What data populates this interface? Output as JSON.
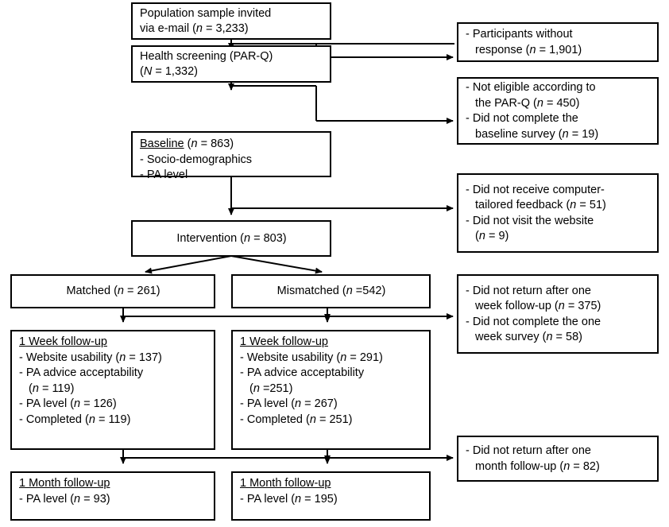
{
  "diagram": {
    "title": "Participant flow diagram",
    "type": "flowchart",
    "stroke_color": "#000000",
    "background_color": "#ffffff"
  },
  "flow": {
    "population": {
      "line1": "Population sample invited",
      "line2_pre": "via e-mail (",
      "line2_n": "n",
      "line2_post": " = 3,233)"
    },
    "screening": {
      "line1": "Health screening (PAR-Q)",
      "line2_pre": "(",
      "line2_n": "N",
      "line2_post": " = 1,332)"
    },
    "baseline": {
      "heading": "Baseline",
      "heading_n": "n",
      "heading_post": " = 863)",
      "heading_paren": " (",
      "item1": "- Socio-demographics",
      "item2": "- PA level"
    },
    "intervention": {
      "label_pre": "Intervention (",
      "label_n": "n",
      "label_post": " = 803)"
    },
    "matched": {
      "label_pre": "Matched (",
      "label_n": "n",
      "label_post": " = 261)"
    },
    "mismatched": {
      "label_pre": "Mismatched (",
      "label_n": "n",
      "label_post": " =542)"
    },
    "week_matched": {
      "heading": "1 Week follow-up",
      "l1_pre": "- Website usability (",
      "l1_n": "n",
      "l1_post": " =  137)",
      "l2": "- PA advice acceptability",
      "l3_pre": "(",
      "l3_n": "n",
      "l3_post": " = 119)",
      "l4_pre": "- PA level (",
      "l4_n": "n",
      "l4_post": " = 126)",
      "l5_pre": "- Completed (",
      "l5_n": "n",
      "l5_post": " = 119)"
    },
    "week_mismatched": {
      "heading": "1 Week follow-up",
      "l1_pre": "- Website usability (",
      "l1_n": "n",
      "l1_post": " = 291)",
      "l2": "- PA advice acceptability",
      "l3_pre": "(",
      "l3_n": "n",
      "l3_post": " =251)",
      "l4_pre": "- PA level (",
      "l4_n": "n",
      "l4_post": " = 267)",
      "l5_pre": "- Completed (",
      "l5_n": "n",
      "l5_post": " = 251)"
    },
    "month_matched": {
      "heading": "1 Month follow-up",
      "l1_pre": "- PA level (",
      "l1_n": "n",
      "l1_post": " = 93)"
    },
    "month_mismatched": {
      "heading": "1 Month follow-up",
      "l1_pre": "- PA level (",
      "l1_n": "n",
      "l1_post": " = 195)"
    }
  },
  "exclusions": {
    "no_response": {
      "l1": "- Participants without",
      "l2_pre": "response (",
      "l2_n": "n",
      "l2_post": " = 1,901)"
    },
    "not_eligible": {
      "l1": "- Not eligible according to",
      "l2_pre": "the PAR-Q (",
      "l2_n": "n",
      "l2_post": " = 450)",
      "l3": "- Did not complete the",
      "l4_pre": "baseline survey (",
      "l4_n": "n",
      "l4_post": " = 19)"
    },
    "no_feedback": {
      "l1": "- Did not receive computer-",
      "l2_pre": "tailored feedback (",
      "l2_n": "n",
      "l2_post": " = 51)",
      "l3": "- Did not visit the website",
      "l4_pre": "(",
      "l4_n": "n",
      "l4_post": " = 9)"
    },
    "no_return_week": {
      "l1": "- Did not return after one",
      "l2_pre": "week follow-up (",
      "l2_n": "n",
      "l2_post": " = 375)",
      "l3": "- Did not complete the one",
      "l4_pre": "week survey (",
      "l4_n": "n",
      "l4_post": " = 58)"
    },
    "no_return_month": {
      "l1": "- Did not return after one",
      "l2_pre": "month follow-up (",
      "l2_n": "n",
      "l2_post": " = 82)"
    }
  }
}
